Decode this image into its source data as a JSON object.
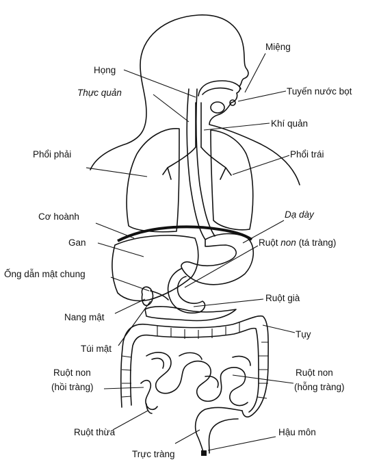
{
  "labels": {
    "mieng": "Miệng",
    "hong": "Họng",
    "tuyen_nuoc_bot": "Tuyến nước bọt",
    "thuc_quan": "Thực quản",
    "khi_quan": "Khí quản",
    "phoi_phai": "Phổi phải",
    "phoi_trai": "Phổi trái",
    "co_hoanh": "Cơ hoành",
    "da_day": "Dạ dày",
    "gan": "Gan",
    "ruot_non_ta_trang_a": "Ruột ",
    "ruot_non_ta_trang_b": "non",
    "ruot_non_ta_trang_c": " (tá tràng)",
    "ong_dan_mat_chung": "Ống dẫn mật chung",
    "ruot_gia": "Ruột già",
    "nang_mat": "Nang mật",
    "tuy": "Tụy",
    "tui_mat": "Túi mật",
    "ruot_non_hoi_trang_1": "Ruột non",
    "ruot_non_hoi_trang_2": "(hồi tràng)",
    "ruot_non_hong_trang_1": "Ruột non",
    "ruot_non_hong_trang_2": "(hỗng tràng)",
    "ruot_thua": "Ruột thừa",
    "hau_mon": "Hậu môn",
    "truc_trang": "Trực tràng"
  }
}
